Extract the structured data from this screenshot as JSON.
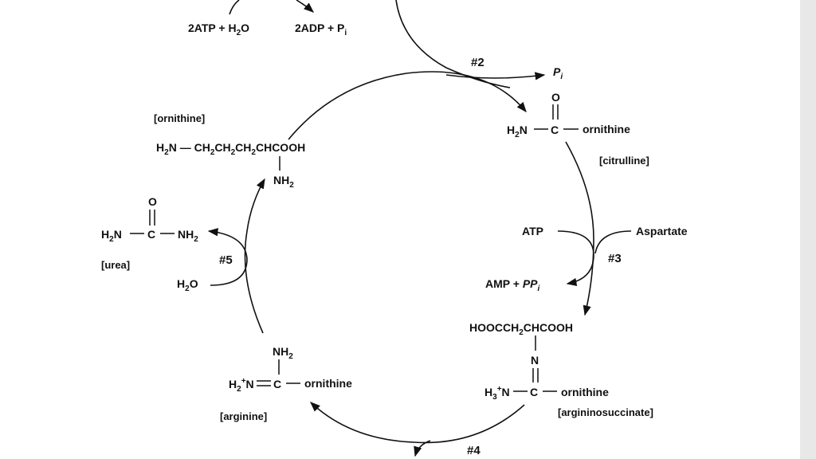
{
  "colors": {
    "page_background": "#e8e8e8",
    "figure_background": "#ffffff",
    "ink": "#111111"
  },
  "steps": {
    "step2": "#2",
    "step3": "#3",
    "step4": "#4",
    "step5": "#5"
  },
  "top": {
    "reactant": "2ATP + H",
    "reactant_sub": "2",
    "reactant_tail": "O",
    "product": "2ADP + P",
    "product_sub": "i"
  },
  "step2": {
    "product": "P",
    "product_sub": "i"
  },
  "citrulline": {
    "carbonyl_o": "O",
    "amine": "H",
    "amine_sub": "2",
    "amine_tail": "N",
    "carbon": "C",
    "substituent": "ornithine",
    "name": "[citrulline]"
  },
  "step3": {
    "atp": "ATP",
    "aspartate": "Aspartate",
    "product": "AMP + ",
    "product_pp": "PP",
    "product_sub": "i"
  },
  "argininosuccinate": {
    "top_parts": [
      "HOOCCH",
      "2",
      "CHCOOH"
    ],
    "nitrogen": "N",
    "amine": "H",
    "amine_sub": "3",
    "amine_sup": "+",
    "amine_tail": "N",
    "carbon": "C",
    "substituent": "ornithine",
    "name": "[argininosuccinate]"
  },
  "arginine": {
    "top": "NH",
    "top_sub": "2",
    "amine": "H",
    "amine_sub": "2",
    "amine_sup": "+",
    "amine_tail": "N",
    "carbon": "C",
    "substituent": "ornithine",
    "name": "[arginine]"
  },
  "urea": {
    "carbonyl_o": "O",
    "left": "H",
    "left_sub": "2",
    "left_tail": "N",
    "carbon": "C",
    "right": "NH",
    "right_sub": "2",
    "name": "[urea]"
  },
  "step5": {
    "water": "H",
    "water_sub": "2",
    "water_tail": "O"
  },
  "ornithine": {
    "name": "[ornithine]",
    "chain_parts": [
      "H",
      "2",
      "N",
      " — CH",
      "2",
      "CH",
      "2",
      "CH",
      "2",
      "CHCOOH"
    ],
    "amine": "NH",
    "amine_sub": "2"
  }
}
